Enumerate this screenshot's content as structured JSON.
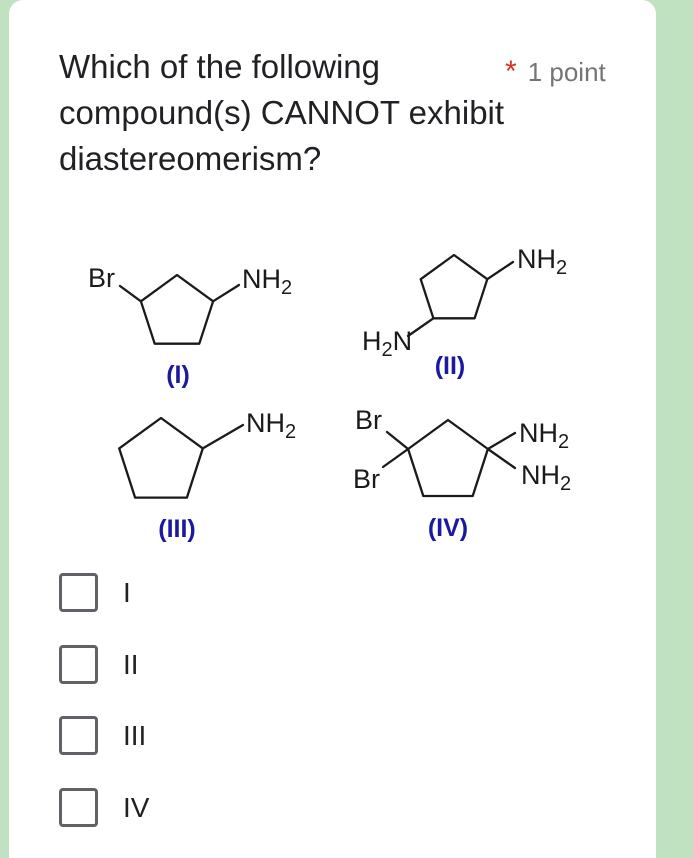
{
  "theme": {
    "page_background": "#c0e2c1",
    "card_background": "#ffffff",
    "question_text_color": "#202124",
    "points_text_color": "#757575",
    "required_asterisk_color": "#d93025",
    "structure_caption_color": "#1b1a9e",
    "bond_color": "#1a1a1a",
    "checkbox_border_color": "#5f6368"
  },
  "question": {
    "title": "Which of the following compound(s) CANNOT exhibit diastereomerism?",
    "required_marker": "*",
    "points": "1 point"
  },
  "structures": [
    {
      "caption": "(I)",
      "atoms": {
        "br": "Br",
        "nh": "NH",
        "nh_sub": "2"
      }
    },
    {
      "caption": "(II)",
      "atoms": {
        "nh": "NH",
        "nh_sub": "2",
        "h2n_h": "H",
        "h2n_sub": "2",
        "h2n_n": "N"
      }
    },
    {
      "caption": "(III)",
      "atoms": {
        "nh": "NH",
        "nh_sub": "2"
      }
    },
    {
      "caption": "(IV)",
      "atoms": {
        "br_top": "Br",
        "br_bottom": "Br",
        "nh_top": "NH",
        "nh_top_sub": "2",
        "nh_bottom": "NH",
        "nh_bottom_sub": "2"
      }
    }
  ],
  "options": [
    {
      "label": "I",
      "checked": false
    },
    {
      "label": "II",
      "checked": false
    },
    {
      "label": "III",
      "checked": false
    },
    {
      "label": "IV",
      "checked": false
    }
  ]
}
